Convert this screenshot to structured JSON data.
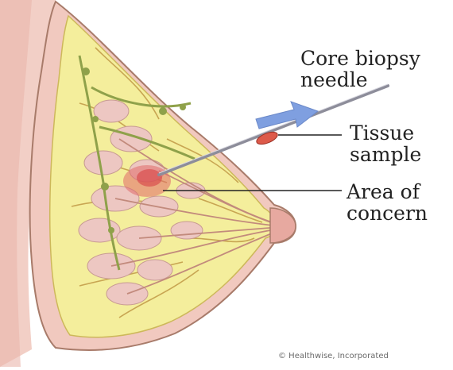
{
  "labels": {
    "needle": [
      "Core biopsy",
      "needle"
    ],
    "tissue": [
      "Tissue",
      "sample"
    ],
    "area": [
      "Area of",
      "concern"
    ]
  },
  "credit": "© Healthwise, Incorporated",
  "colors": {
    "skin": "#f1c9bf",
    "fat": "#f4ee9c",
    "lobule": "#edc7c2",
    "duct": "#c8a552",
    "lymph": "#8fa14a",
    "lesion": "#e06a6a",
    "needle": "#8d8d9a",
    "arrow": "#7f9fe0",
    "tissue_sample": "#dd5a4a"
  }
}
